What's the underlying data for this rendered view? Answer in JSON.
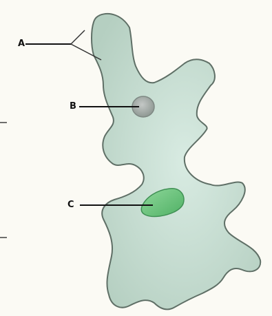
{
  "diagram": {
    "labels": {
      "a": "A",
      "b": "B",
      "c": "C"
    },
    "colors": {
      "cell_fill": "#bfd8cb",
      "cell_outline": "#5f6f66",
      "nucleus_fill": "#a9b0ad",
      "vacuole_fill": "#74c584",
      "vacuole_outline": "#3f8f53",
      "leader": "#111111",
      "background": "#fbfaf4"
    }
  }
}
